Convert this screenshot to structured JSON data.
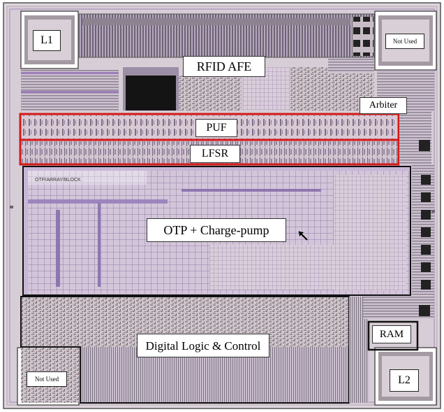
{
  "blocks": {
    "rfid_afe": "RFID AFE",
    "arbiter": "Arbiter",
    "puf": "PUF",
    "lfsr": "LFSR",
    "otp_charge_pump": "OTP + Charge-pump",
    "digital_logic_control": "Digital Logic & Control",
    "ram": "RAM",
    "pad_l1": "L1",
    "pad_l2": "L2",
    "pad_top_right": "Not Used",
    "pad_bottom_left": "Not Used",
    "otp_small_text": "OTP/ARRAY/BLOCK"
  },
  "colors": {
    "die_background": "#d9cfd8",
    "metal_purple": "#a48fc2",
    "metal_pink": "#c9a8c4",
    "metal_gray": "#8e8a8c",
    "dark_fill": "#222222",
    "highlight_red": "#d41818",
    "block_border": "#111111",
    "pad_gray": "#8c8c8c"
  }
}
